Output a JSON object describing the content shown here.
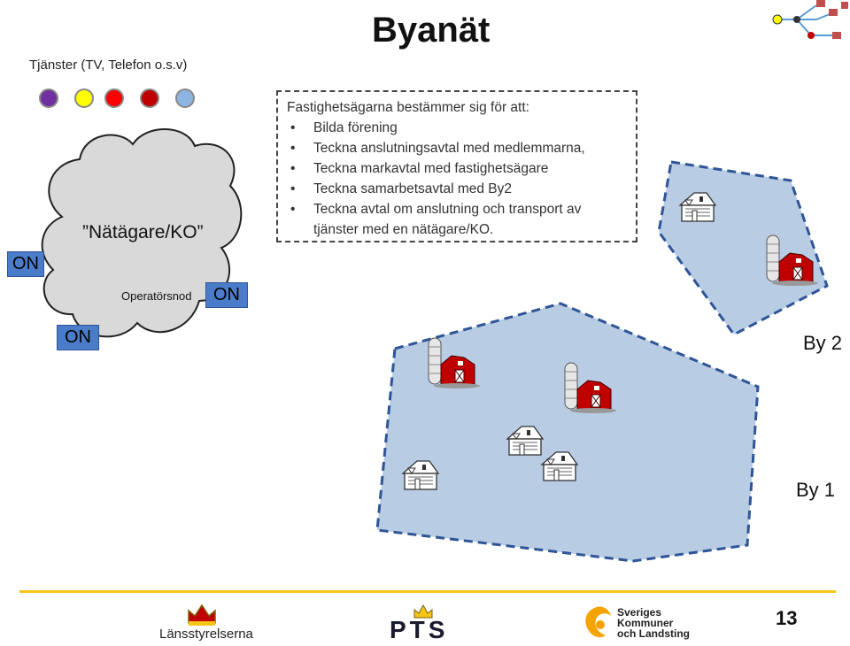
{
  "title": "Byanät",
  "services_label": "Tjänster (TV, Telefon o.s.v)",
  "service_dots": [
    {
      "color": "#7030a0"
    },
    {
      "color": "#ffff00"
    },
    {
      "color": "#ff0000"
    },
    {
      "color": "#c00000"
    },
    {
      "color": "#8eb4e3"
    }
  ],
  "cloud": {
    "label": "”Nätägare/KO”",
    "operator_node_label": "Operatörsnod"
  },
  "on_boxes": [
    "ON",
    "ON",
    "ON"
  ],
  "info": {
    "heading": "Fastighetsägarna  bestämmer sig för att:",
    "items": [
      "Bilda förening",
      "Teckna anslutningsavtal med medlemmarna,",
      "Teckna markavtal med fastighetsägare",
      "Teckna samarbetsavtal med By2",
      "Teckna avtal  om anslutning och transport av tjänster med en nätägare/KO."
    ]
  },
  "villages": {
    "by1_label": "By 1",
    "by2_label": "By 2"
  },
  "footer": {
    "logo1": "Länsstyrelserna",
    "logo2": "PTS",
    "logo3_line1": "Sveriges",
    "logo3_line2": "Kommuner",
    "logo3_line3": "och Landsting",
    "page_number": "13"
  },
  "colors": {
    "village_fill": "#b8cce4",
    "village_border": "#2f5597",
    "cloud_fill": "#d9d9d9",
    "on_fill": "#4a7cc9",
    "footer_line": "#f5c518"
  }
}
